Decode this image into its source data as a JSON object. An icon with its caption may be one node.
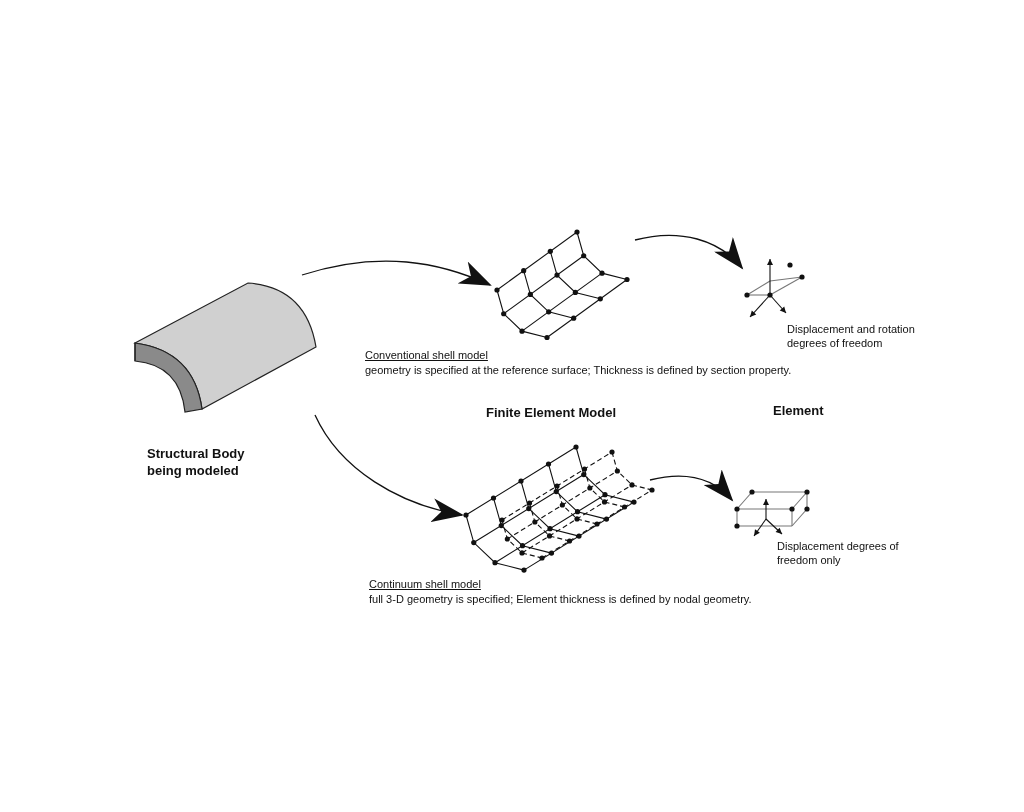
{
  "diagram": {
    "nodes": [
      {
        "text": [],
        "shape": "picture",
        "beside": [
          "Structural Body being modeled"
        ]
      },
      {
        "text": [],
        "shape": "picture",
        "beside": [
          "Conventional shell model",
          "geometry is specified at the reference surface; Thickness is defined by section property."
        ]
      },
      {
        "text": [],
        "shape": "picture",
        "beside": [
          "Displacement and rotation degrees of freedom"
        ]
      },
      {
        "text": [],
        "shape": "picture",
        "beside": [
          "Continuum shell model",
          "full 3-D geometry is specified; Element thickness is defined by nodal geometry."
        ]
      },
      {
        "text": [],
        "shape": "picture",
        "beside": [
          "Displacement degrees of freedom only"
        ]
      }
    ],
    "edges": [
      {
        "from": 0,
        "to": 1,
        "arrow": "to"
      },
      {
        "from": 1,
        "to": 2,
        "arrow": "to"
      },
      {
        "from": 0,
        "to": 3,
        "arrow": "to"
      },
      {
        "from": 3,
        "to": 4,
        "arrow": "to"
      }
    ],
    "labels": [
      "Finite Element Model",
      "Element"
    ]
  }
}
